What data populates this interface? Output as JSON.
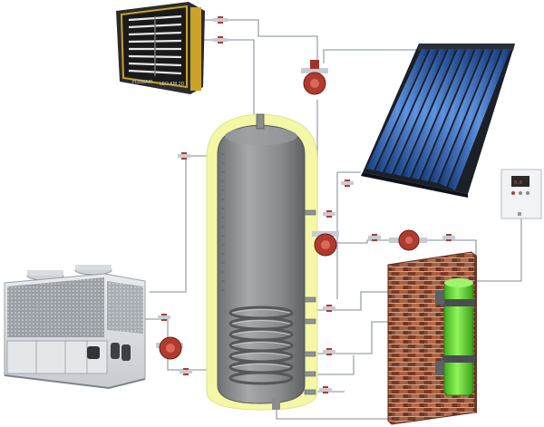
{
  "heater": {
    "brand": "FLOWAIR",
    "model": "LEO KM 20"
  },
  "controller": {
    "display": "0.0"
  },
  "colors": {
    "pipe": "#9aa3ad",
    "tank_shell": "#f4f7a6",
    "tank_body": "#8a8c8e",
    "pump": "#b03a2e",
    "brick": "#8a4a32",
    "boiler": "#6ee63a",
    "collector_tube": "#2a5fb0"
  }
}
